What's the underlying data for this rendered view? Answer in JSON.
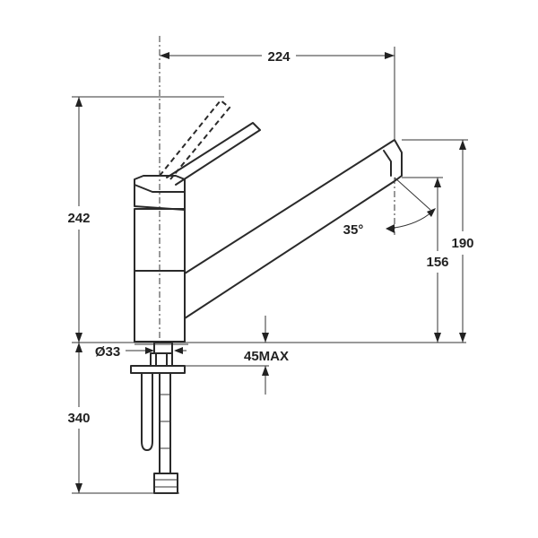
{
  "dimensions": {
    "width_top": "224",
    "height_total_left": "242",
    "height_spout": "190",
    "height_outlet": "156",
    "angle": "35°",
    "diameter": "Ø33",
    "max_thickness": "45MAX",
    "hose_length": "340"
  },
  "colors": {
    "line": "#2a2a2a",
    "background": "#ffffff"
  }
}
